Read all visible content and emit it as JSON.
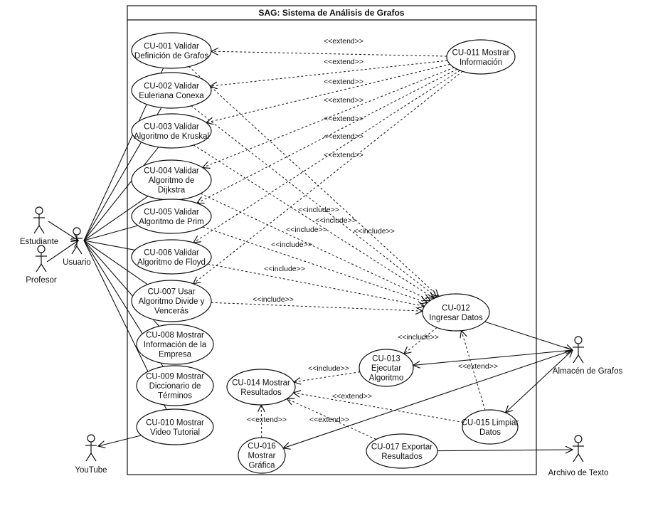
{
  "system": {
    "title": "SAG: Sistema de Análisis de Grafos"
  },
  "actors": [
    {
      "id": "estudiante",
      "name": "Estudiante"
    },
    {
      "id": "profesor",
      "name": "Profesor"
    },
    {
      "id": "usuario",
      "name": "Usuario"
    },
    {
      "id": "youtube",
      "name": "YouTube"
    },
    {
      "id": "almacen",
      "name": "Almacén de Grafos"
    },
    {
      "id": "archivo",
      "name": "Archivo de Texto"
    }
  ],
  "use_cases": [
    {
      "id": "cu001",
      "lines": [
        "CU-001 Validar",
        "Definición de Grafos"
      ]
    },
    {
      "id": "cu002",
      "lines": [
        "CU-002 Validar",
        "Euleriana Conexa"
      ]
    },
    {
      "id": "cu003",
      "lines": [
        "CU-003 Validar",
        "Algoritmo de Kruskal"
      ]
    },
    {
      "id": "cu004",
      "lines": [
        "CU-004 Validar",
        "Algoritmo de",
        "Dijkstra"
      ]
    },
    {
      "id": "cu005",
      "lines": [
        "CU-005 Validar",
        "Algoritmo de Prim"
      ]
    },
    {
      "id": "cu006",
      "lines": [
        "CU-006 Validar",
        "Algoritmo de Floyd"
      ]
    },
    {
      "id": "cu007",
      "lines": [
        "CU-007 Usar",
        "Algoritmo Divide y",
        "Vencerás"
      ]
    },
    {
      "id": "cu008",
      "lines": [
        "CU-008 Mostrar",
        "Información de la",
        "Empresa"
      ]
    },
    {
      "id": "cu009",
      "lines": [
        "CU-009 Mostrar",
        "Diccionario de",
        "Términos"
      ]
    },
    {
      "id": "cu010",
      "lines": [
        "CU-010 Mostrar",
        "Video Tutorial"
      ]
    },
    {
      "id": "cu011",
      "lines": [
        "CU-011 Mostrar",
        "Información"
      ]
    },
    {
      "id": "cu012",
      "lines": [
        "CU-012",
        "Ingresar Datos"
      ]
    },
    {
      "id": "cu013",
      "lines": [
        "CU-013",
        "Ejecutar",
        "Algoritmo"
      ]
    },
    {
      "id": "cu014",
      "lines": [
        "CU-014 Mostrar",
        "Resultados"
      ]
    },
    {
      "id": "cu015",
      "lines": [
        "CU-015 Limpiar",
        "Datos"
      ]
    },
    {
      "id": "cu016",
      "lines": [
        "CU-016",
        "Mostrar",
        "Gráfica"
      ]
    },
    {
      "id": "cu017",
      "lines": [
        "CU-017 Exportar",
        "Resultados"
      ]
    }
  ],
  "relations": {
    "extend_label": "<<extend>>",
    "include_label": "<<include>>"
  },
  "associations": [
    {
      "from": "usuario",
      "to": "cu001"
    },
    {
      "from": "usuario",
      "to": "cu002"
    },
    {
      "from": "usuario",
      "to": "cu003"
    },
    {
      "from": "usuario",
      "to": "cu004"
    },
    {
      "from": "usuario",
      "to": "cu005"
    },
    {
      "from": "usuario",
      "to": "cu006"
    },
    {
      "from": "usuario",
      "to": "cu007"
    },
    {
      "from": "usuario",
      "to": "cu008"
    },
    {
      "from": "usuario",
      "to": "cu009"
    },
    {
      "from": "usuario",
      "to": "cu010"
    },
    {
      "from": "cu012",
      "to": "almacen",
      "arrow": "end"
    },
    {
      "from": "almacen",
      "to": "cu013",
      "arrow": "both"
    },
    {
      "from": "almacen",
      "to": "cu015",
      "arrow": "both"
    },
    {
      "from": "almacen",
      "to": "cu016",
      "arrow": "end"
    },
    {
      "from": "cu017",
      "to": "archivo",
      "arrow": "end"
    },
    {
      "from": "cu010",
      "to": "youtube",
      "arrow": "end"
    }
  ],
  "generalizations": [
    {
      "from": "estudiante",
      "to": "usuario"
    },
    {
      "from": "profesor",
      "to": "usuario"
    }
  ],
  "extends": [
    {
      "from": "cu011",
      "to": "cu001",
      "labeled": true
    },
    {
      "from": "cu011",
      "to": "cu002",
      "labeled": true
    },
    {
      "from": "cu011",
      "to": "cu003",
      "labeled": true
    },
    {
      "from": "cu011",
      "to": "cu004",
      "labeled": true
    },
    {
      "from": "cu011",
      "to": "cu005",
      "labeled": true
    },
    {
      "from": "cu011",
      "to": "cu006",
      "labeled": true
    },
    {
      "from": "cu011",
      "to": "cu007",
      "labeled": true
    },
    {
      "from": "cu015",
      "to": "cu012",
      "labeled": true
    },
    {
      "from": "cu015",
      "to": "cu014",
      "labeled": true
    },
    {
      "from": "cu016",
      "to": "cu014",
      "labeled": true
    },
    {
      "from": "cu017",
      "to": "cu014",
      "labeled": true
    }
  ],
  "includes": [
    {
      "from": "cu001",
      "to": "cu012",
      "labeled": true
    },
    {
      "from": "cu002",
      "to": "cu012",
      "labeled": true
    },
    {
      "from": "cu003",
      "to": "cu012",
      "labeled": true
    },
    {
      "from": "cu004",
      "to": "cu012",
      "labeled": true
    },
    {
      "from": "cu005",
      "to": "cu012",
      "labeled": true
    },
    {
      "from": "cu006",
      "to": "cu012",
      "labeled": true
    },
    {
      "from": "cu007",
      "to": "cu012",
      "labeled": true
    },
    {
      "from": "cu012",
      "to": "cu013",
      "labeled": true
    },
    {
      "from": "cu013",
      "to": "cu014",
      "labeled": true
    }
  ]
}
